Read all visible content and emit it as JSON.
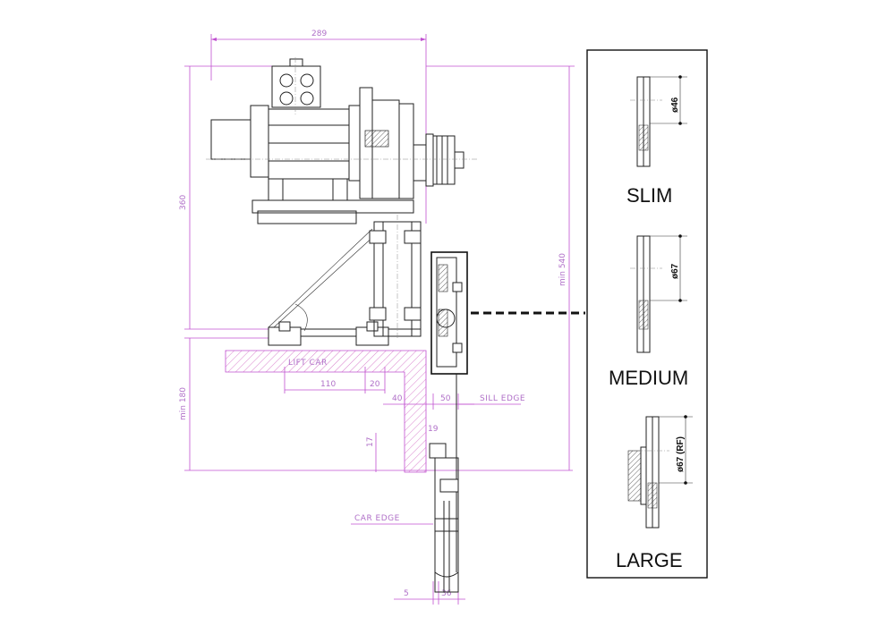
{
  "dimensions": {
    "width_289": "289",
    "height_360": "360",
    "min_540": "min 540",
    "min_180": "min 180",
    "d110": "110",
    "d20": "20",
    "d40": "40",
    "d50": "50",
    "d19": "19",
    "d17": "17",
    "d5": "5",
    "d36": "36"
  },
  "labels": {
    "lift_car": "LIFT CAR",
    "sill_edge": "SILL EDGE",
    "car_edge": "CAR EDGE"
  },
  "panel": {
    "variants": [
      {
        "name": "SLIM",
        "diameter": "ø46"
      },
      {
        "name": "MEDIUM",
        "diameter": "ø67"
      },
      {
        "name": "LARGE",
        "diameter": "ø67 (RF)"
      }
    ]
  },
  "colors": {
    "dimension": "#c050d0",
    "outline": "#222222",
    "hatch": "#d060c0"
  }
}
